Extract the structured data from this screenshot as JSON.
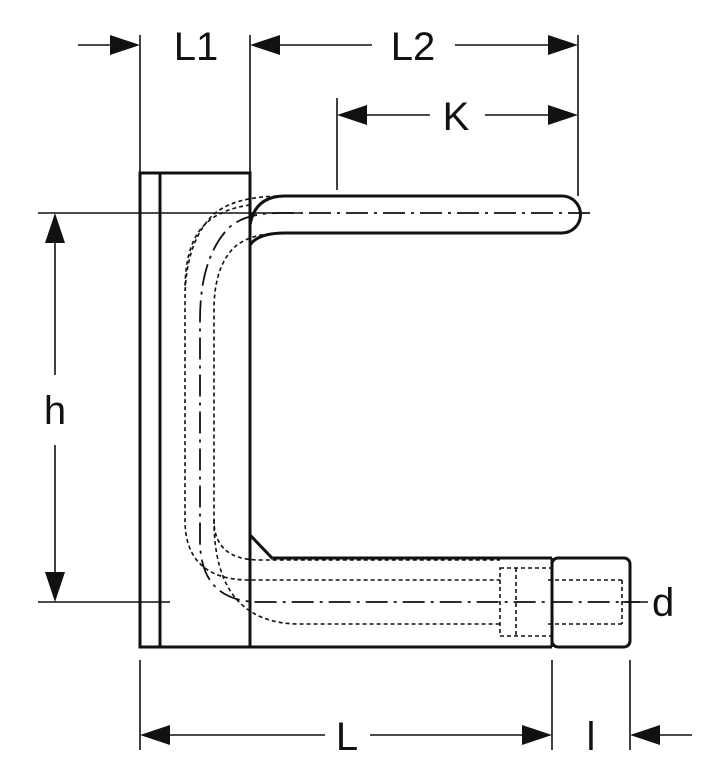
{
  "labels": {
    "L1": "L1",
    "L2": "L2",
    "K": "K",
    "h": "h",
    "d": "d",
    "L": "L",
    "l": "l"
  }
}
